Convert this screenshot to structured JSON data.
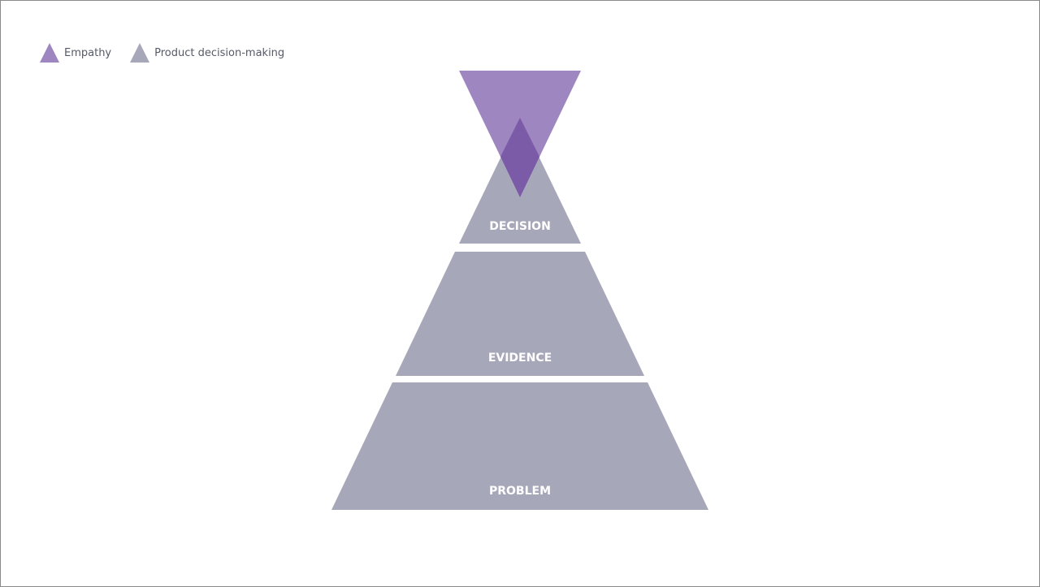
{
  "legend": {
    "items": [
      {
        "label": "Empathy",
        "color": "#9e86c1"
      },
      {
        "label": "Product decision-making",
        "color": "#a7a7ba"
      }
    ]
  },
  "pyramid": {
    "color": "#a7a7ba",
    "tiers": [
      {
        "label": "DECISION"
      },
      {
        "label": "EVIDENCE"
      },
      {
        "label": "PROBLEM"
      }
    ]
  },
  "empathy_funnel": {
    "color": "#9e86c1",
    "overlap_color": "#7b5aa8"
  }
}
